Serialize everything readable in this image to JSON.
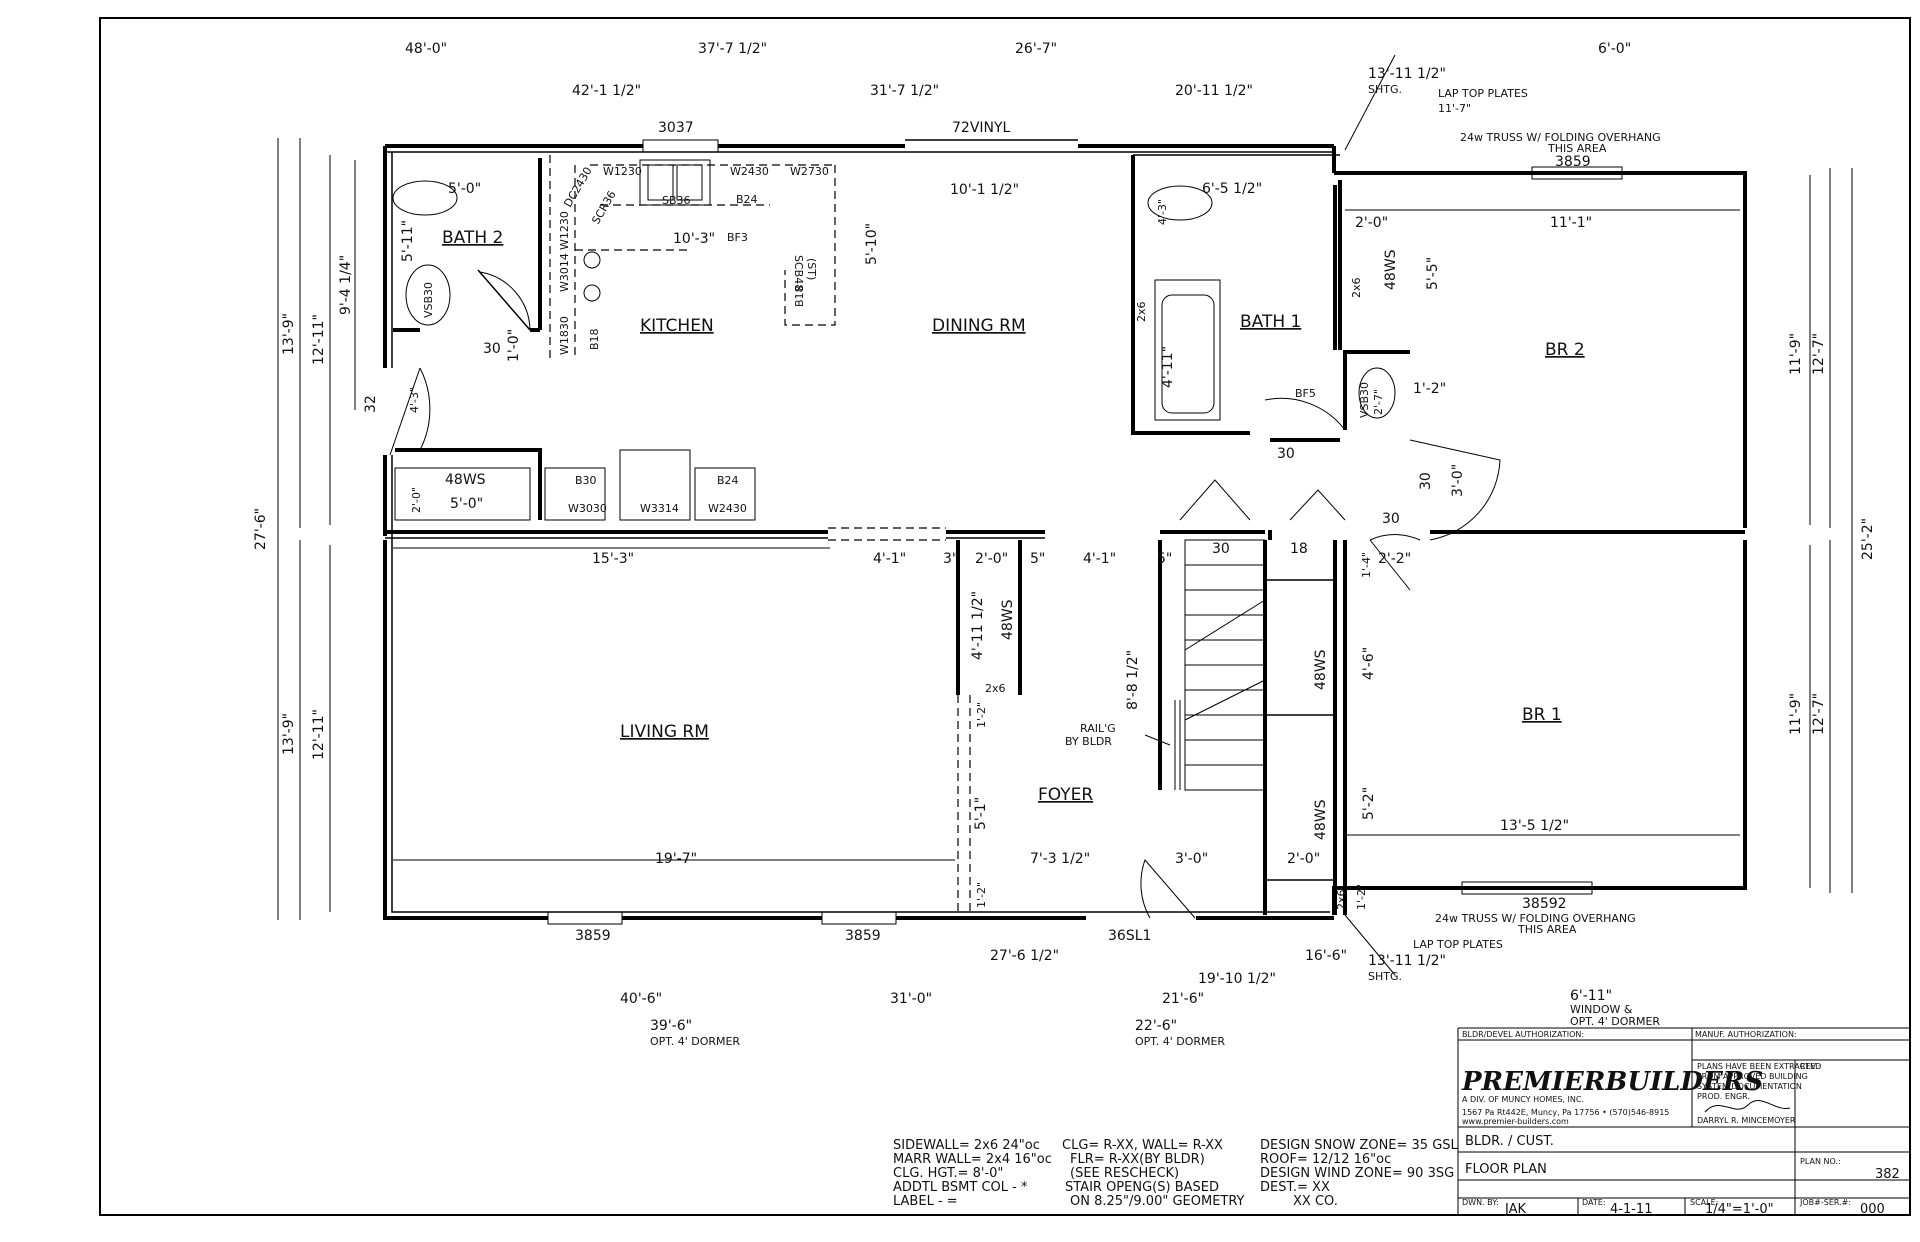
{
  "dims": {
    "top1": [
      "48'-0\"",
      "37'-7 1/2\"",
      "26'-7\"",
      "6'-0\""
    ],
    "top2": [
      "42'-1 1/2\"",
      "31'-7 1/2\"",
      "20'-11 1/2\""
    ],
    "bottom1": [
      "27'-6 1/2\"",
      "19'-10 1/2\"",
      "16'-6\""
    ],
    "bottom2": [
      "40'-6\"",
      "31'-0\"",
      "21'-6\""
    ],
    "bottom3": [
      "39'-6\"",
      "22'-6\""
    ],
    "left_outer": "27'-6\"",
    "left_a": [
      "13'-9\"",
      "13'-9\""
    ],
    "left_b": [
      "12'-11\"",
      "12'-11\""
    ],
    "left_c": "9'-4 1/4\"",
    "right_outer": "25'-2\"",
    "right_a": [
      "12'-7\"",
      "12'-7\""
    ],
    "right_b": [
      "11'-9\"",
      "11'-9\""
    ]
  },
  "notes": {
    "opt_dormer": "OPT. 4' DORMER",
    "shtg_top": "13'-11 1/2\"",
    "shtg_bottom": "13'-11 1/2\"",
    "shtg": "SHTG.",
    "lap_top_plates": "LAP TOP PLATES",
    "lap_dim": "11'-7\"",
    "truss_note": "24w TRUSS W/ FOLDING OVERHANG",
    "this_area": "THIS AREA",
    "window_dormer_dim": "6'-11\"",
    "window_and": "WINDOW &",
    "rail": "RAIL'G",
    "by_bldr": "BY BLDR"
  },
  "windows": {
    "top_kitchen": "3037",
    "top_slider": "72VINYL",
    "br2": "3859",
    "br1": "38592",
    "living_a": "3859",
    "living_b": "3859",
    "door_front": "36SL1"
  },
  "rooms": {
    "bath2": "BATH 2",
    "kitchen": "KITCHEN",
    "dining": "DINING RM",
    "bath1": "BATH 1",
    "br2": "BR 2",
    "br1": "BR 1",
    "living": "LIVING RM",
    "foyer": "FOYER"
  },
  "labels": {
    "l01": "5'-0\"",
    "l02": "5'-11\"",
    "l03": "VSB30",
    "l04": "30",
    "l05": "1'-0\"",
    "l06": "W1830",
    "l07": "B18",
    "l08": "W3014",
    "l09": "W1230",
    "l10": "DC2430",
    "l11": "SCR36",
    "l12": "W1230",
    "l13": "SB36",
    "l14": "B24",
    "l15": "W2430",
    "l16": "W2730",
    "l17": "10'-3\"",
    "l18": "BF3",
    "l19": "SCB48",
    "l20": "(ST)",
    "l21": "B18",
    "l22": "5'-10\"",
    "l23": "10'-1 1/2\"",
    "l24": "6'-5 1/2\"",
    "l25": "4'-3\"",
    "l26": "2x6",
    "l27": "4'-11\"",
    "l28": "BF5",
    "l29": "2'-0\"",
    "l30": "11'-1\"",
    "l31": "5'-5\"",
    "l32": "48WS",
    "l33": "2x6",
    "l34": "VSB30",
    "l35": "2'-7\"",
    "l36": "1'-2\"",
    "l37": "30",
    "l38": "30",
    "l39": "3'-0\"",
    "l40": "30",
    "l41": "32",
    "l42": "4'-3\"",
    "l43": "48WS",
    "l44": "2'-0\"",
    "l45": "5'-0\"",
    "l46": "B30",
    "l47": "W3030",
    "l48": "W3314",
    "l49": "B24",
    "l50": "W2430",
    "l51": "15'-3\"",
    "l52": "4'-1\"",
    "l53": "3\"",
    "l54": "2'-0\"",
    "l55": "5\"",
    "l56": "4'-1\"",
    "l57": "5\"",
    "l58": "30",
    "l59": "18",
    "l60": "1'-4\"",
    "l61": "2'-2\"",
    "l62": "4'-11 1/2\"",
    "l63": "48WS",
    "l64": "2x6",
    "l65": "1'-2\"",
    "l66": "8'-8 1/2\"",
    "l67": "48WS",
    "l68": "4'-6\"",
    "l69": "5'-1\"",
    "l70": "48WS",
    "l71": "5'-2\"",
    "l72": "13'-5 1/2\"",
    "l73": "19'-7\"",
    "l74": "7'-3 1/2\"",
    "l75": "3'-0\"",
    "l76": "2'-0\"",
    "l77": "1'-2\"",
    "l78": "2x6",
    "l79": "1'-2\""
  },
  "specs": {
    "c1": [
      "SIDEWALL=  2x6 24\"oc",
      "MARR WALL= 2x4 16\"oc",
      "CLG. HGT.=  8'-0\"",
      "ADDTL BSMT COL - *",
      "LABEL - ="
    ],
    "c2": [
      "CLG= R-XX, WALL= R-XX",
      "FLR= R-XX(BY BLDR)",
      "(SEE RESCHECK)",
      "STAIR OPENG(S) BASED",
      "ON 8.25\"/9.00\" GEOMETRY"
    ],
    "c3": [
      "DESIGN SNOW ZONE= 35 GSL",
      "ROOF= 12/12 16\"oc",
      "DESIGN WIND ZONE= 90 3SG",
      "DEST.= XX",
      "XX CO."
    ]
  },
  "title_block": {
    "bldr_auth": "BLDR/DEVEL AUTHORIZATION:",
    "manuf_auth": "MANUF. AUTHORIZATION:",
    "company": "PREMIERBUILDERS",
    "division": "A DIV. OF MUNCY HOMES, INC.",
    "address": "1567 Pa Rt442E, Muncy, Pa 17756  • (570)546-8915",
    "web": "www.premier-builders.com",
    "plans_note": [
      "PLANS HAVE BEEN EXTRACTED",
      "FROM APPROVED BUILDING",
      "SYSTEM DOCUMENTATION"
    ],
    "prod_engr": "PROD. ENGR.",
    "engineer": "DARRYL R. MINCEMOYER",
    "rev": "REV.:",
    "bldr_cust": "BLDR. / CUST.",
    "floor_plan": "FLOOR PLAN",
    "plan_no_label": "PLAN NO.:",
    "plan_no": "382",
    "dwn_by_label": "DWN. BY:",
    "dwn_by": "JAK",
    "date_label": "DATE:",
    "date": "4-1-11",
    "scale_label": "SCALE:",
    "scale": "1/4\"=1'-0\"",
    "job_ser_label": "JOB#-SER.#:",
    "job_ser": "000"
  }
}
